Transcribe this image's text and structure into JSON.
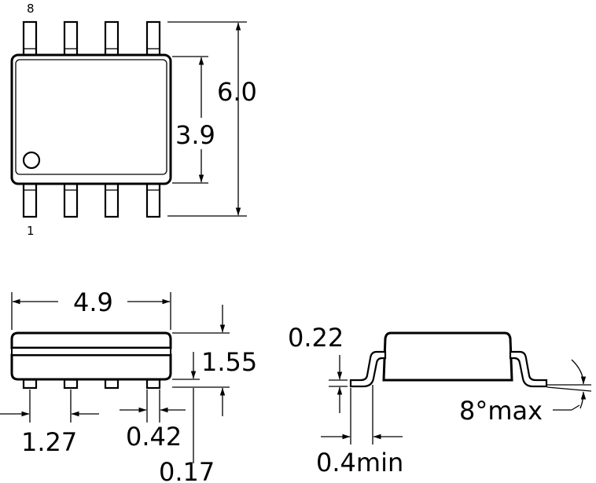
{
  "pin_labels": {
    "top": "8",
    "bottom": "1"
  },
  "dimensions": {
    "overall_width": "6.0",
    "body_width": "3.9",
    "body_length": "4.9",
    "body_height": "1.55",
    "lead_pitch": "1.27",
    "lead_width": "0.42",
    "standoff": "0.17",
    "lead_thickness": "0.22",
    "foot_length": "0.4min",
    "lead_angle": "8°max"
  }
}
